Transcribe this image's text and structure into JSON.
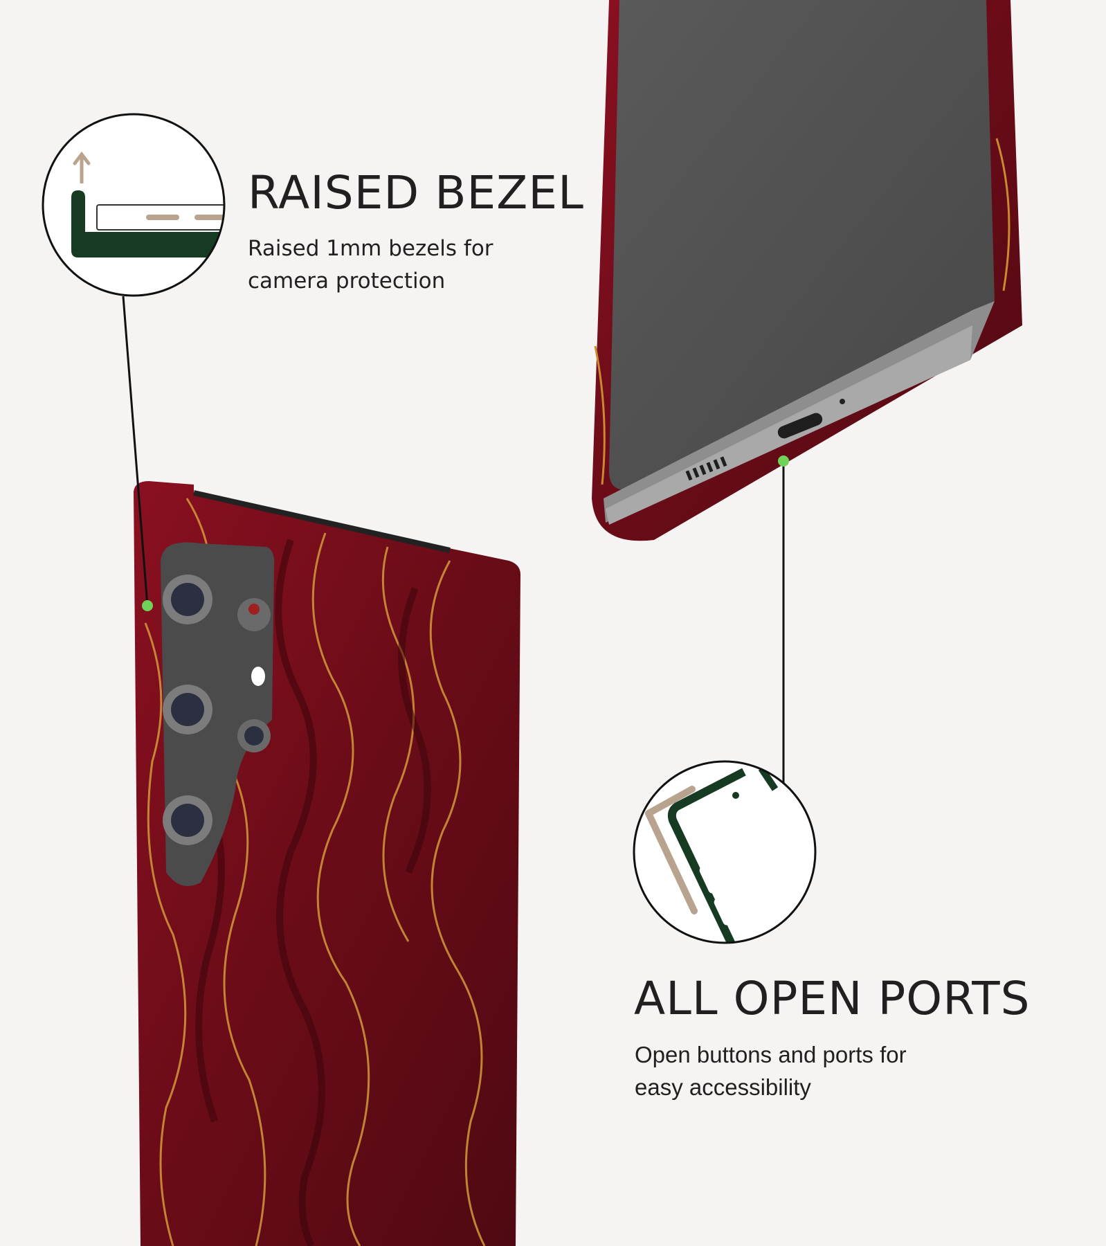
{
  "features": [
    {
      "title": "RAISED BEZEL",
      "lines": [
        "Raised 1mm bezels for",
        "camera protection"
      ],
      "icon": "raised-bezel-icon"
    },
    {
      "title": "ALL OPEN PORTS",
      "lines": [
        "Open buttons and ports for",
        "easy accessibility"
      ],
      "icon": "open-ports-icon"
    }
  ],
  "colors": {
    "background": "#f5f4f2",
    "case": "#7a0f1c",
    "gold": "#d49a3a",
    "accent_green": "#163a22",
    "beige": "#b8a48e",
    "dot": "#6fd35a"
  }
}
